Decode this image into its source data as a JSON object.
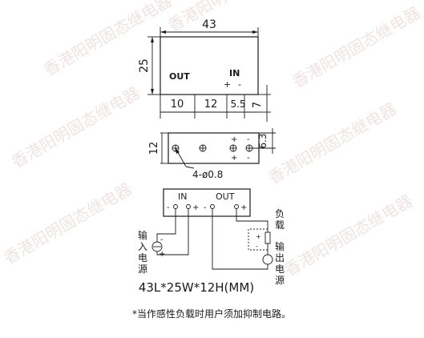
{
  "watermark": "香港阳明固态继电器",
  "dims": {
    "length": "43",
    "height": "25",
    "seg1": "10",
    "seg2": "12",
    "seg3": "5.5",
    "right": "7",
    "side_height": "12",
    "side_right": "6.3",
    "holes": "4-ø0.8"
  },
  "top_view": {
    "out_label": "OUT",
    "in_label": "IN",
    "plus": "+",
    "minus": "-"
  },
  "wiring": {
    "in_label": "IN",
    "out_label": "OUT",
    "minus": "-",
    "plus": "+",
    "input_supply": [
      "输",
      "入",
      "电",
      "源"
    ],
    "load": [
      "负",
      "载"
    ],
    "output_supply": [
      "输",
      "出",
      "电",
      "源"
    ]
  },
  "size_caption": "43L*25W*12H(MM)",
  "note": "*当作感性负载时用户须加抑制电路。"
}
